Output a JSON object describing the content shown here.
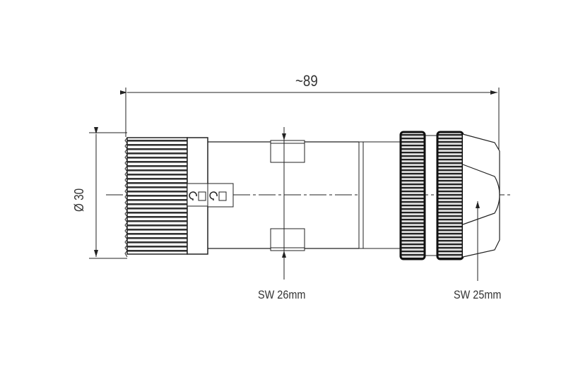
{
  "drawing": {
    "length_dimension": "~89",
    "diameter_dimension": "Ø 30",
    "wrench_size_body": "SW 26mm",
    "wrench_size_cap": "SW 25mm",
    "line_color": "#222222"
  }
}
